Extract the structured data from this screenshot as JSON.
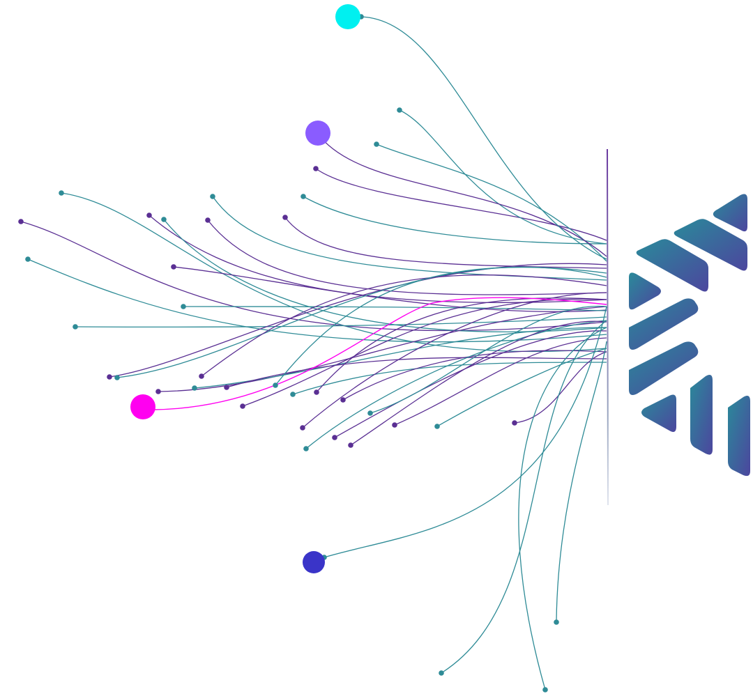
{
  "illustration": {
    "palette": {
      "teal": "#2e8b96",
      "purple": "#5a2f93",
      "cyan": "#00f0f0",
      "violet": "#8a5cff",
      "magenta": "#ff00f0",
      "indigo": "#3a34c8",
      "logo_top": "#2e7f98",
      "logo_bottom": "#4a4ea0"
    },
    "highlight_dots": [
      "cyan-dot",
      "violet-dot",
      "magenta-dot",
      "indigo-dot"
    ],
    "logo": "chevron-stripes-logo-icon"
  }
}
